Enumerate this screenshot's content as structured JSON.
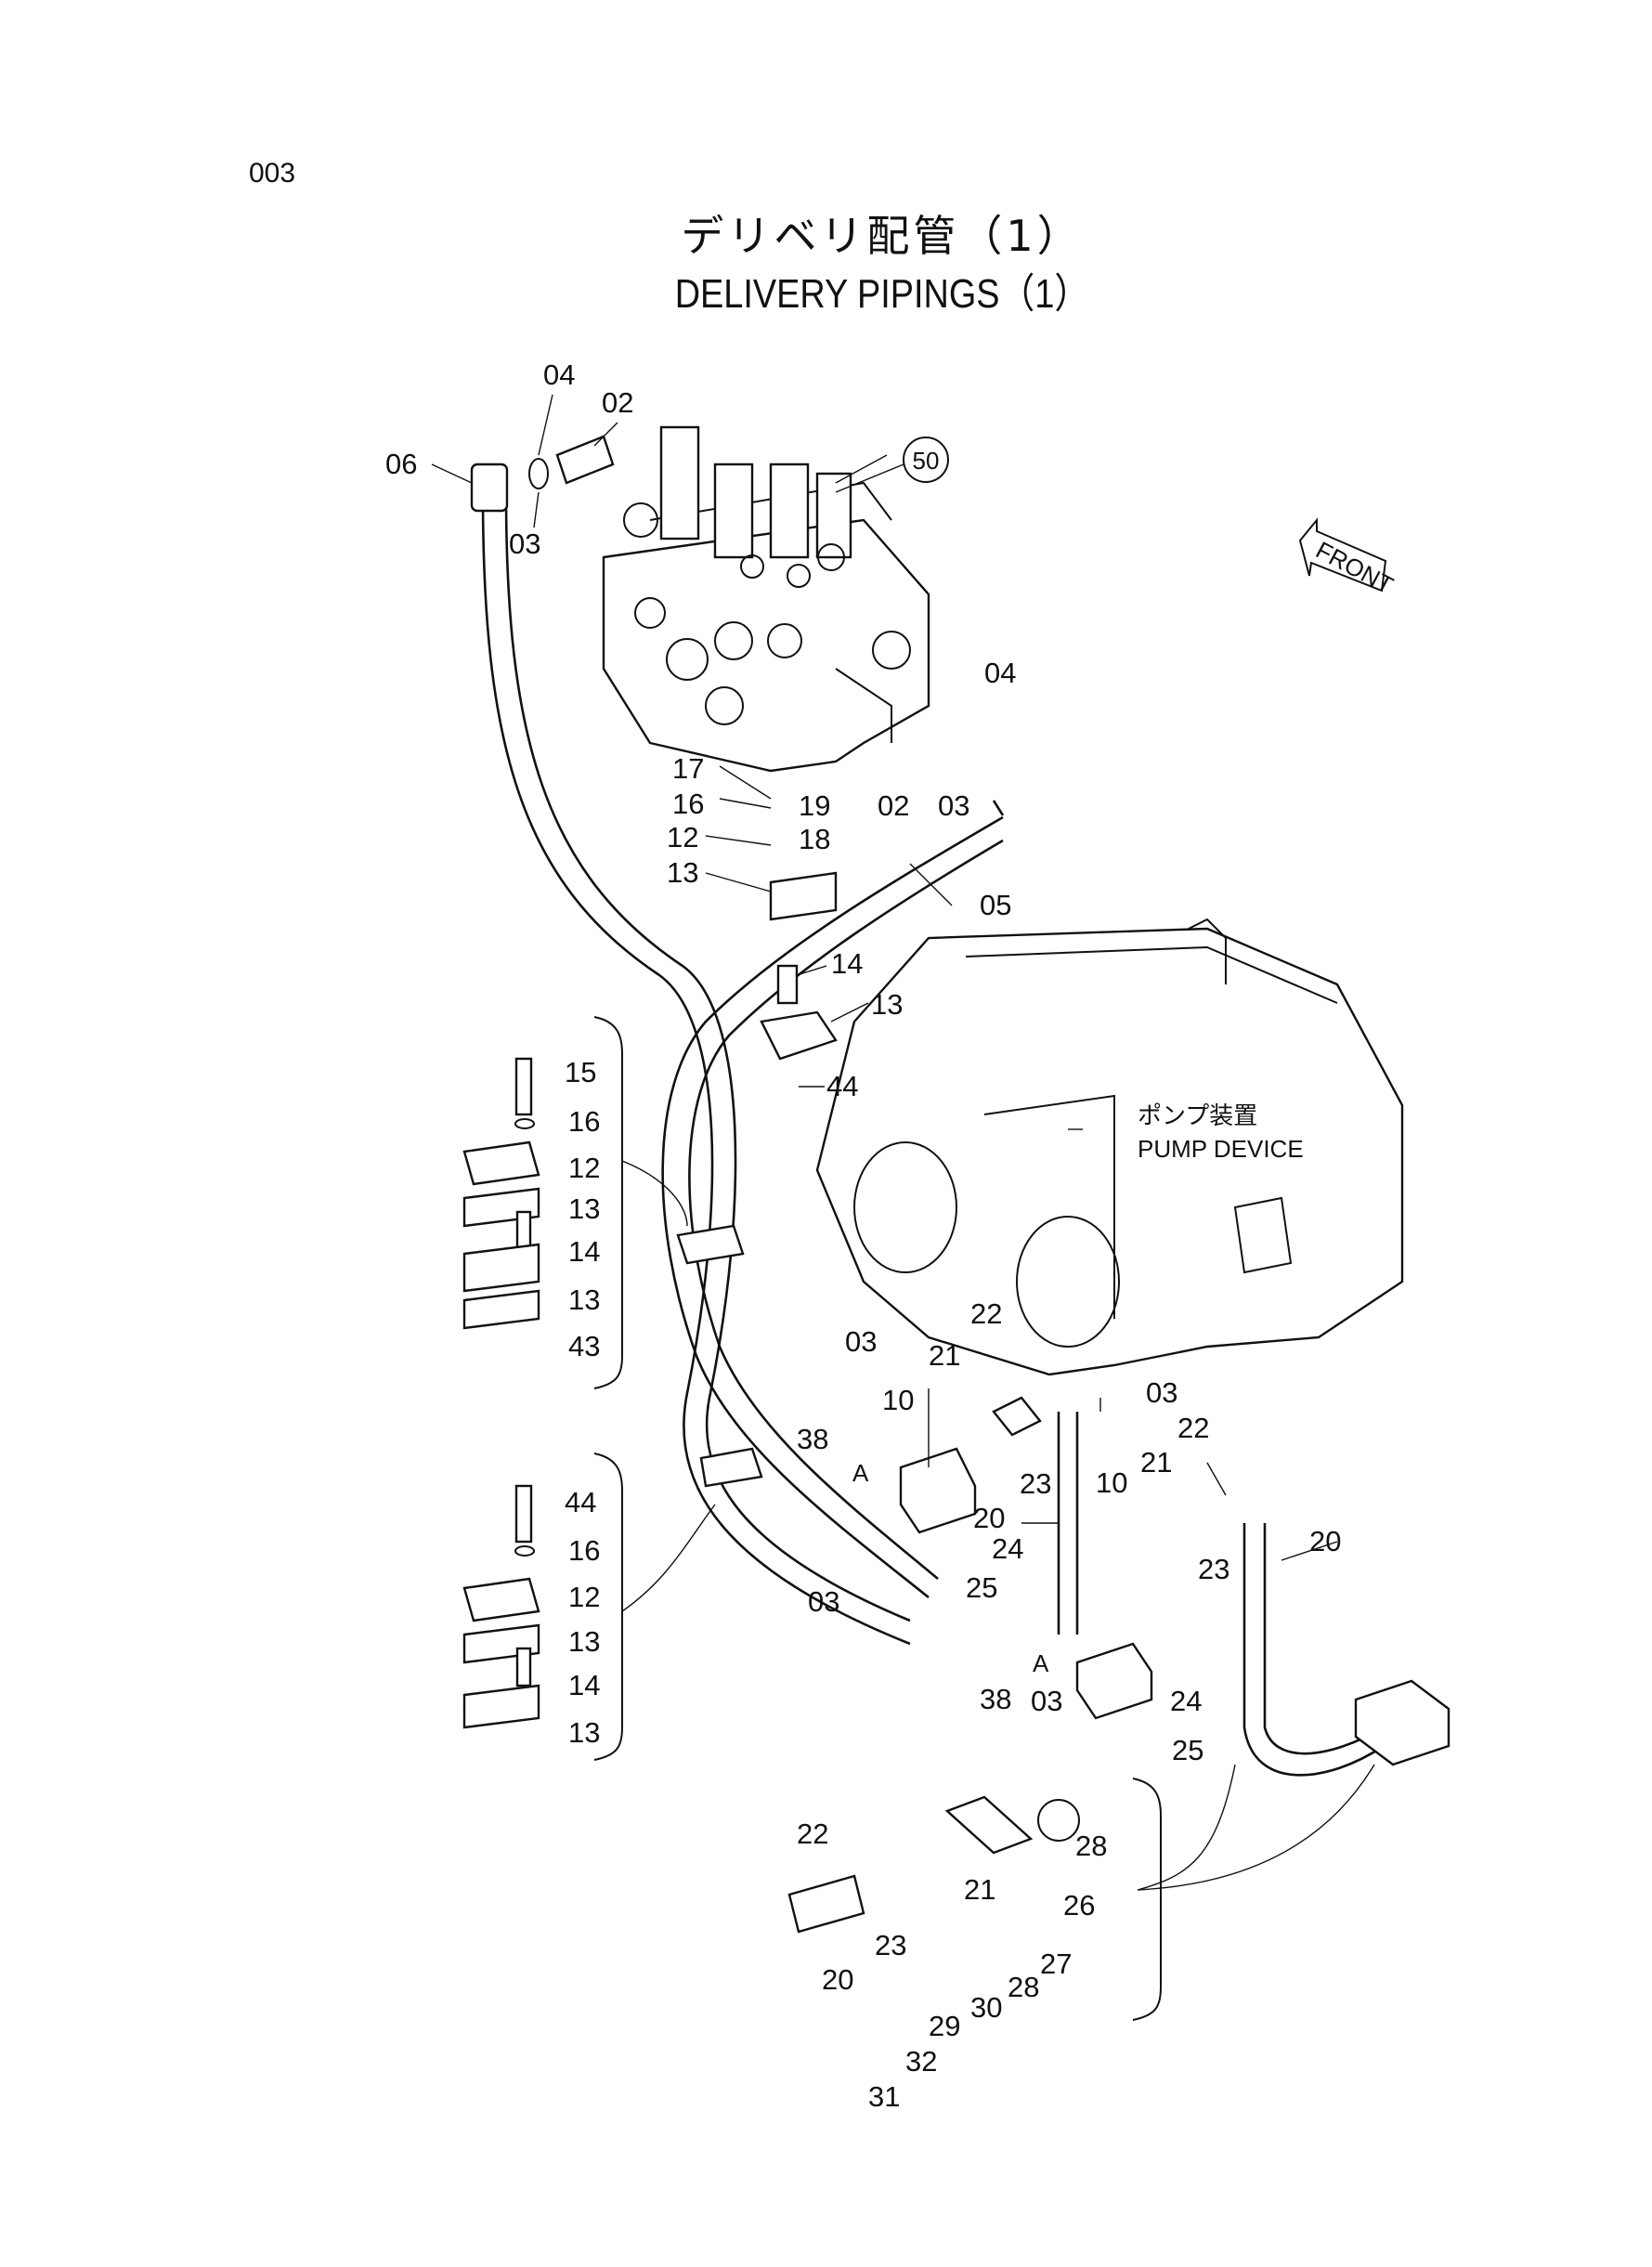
{
  "page_number": "003",
  "title_jp": "デリベリ配管（1）",
  "title_en": "DELIVERY PIPINGS（1）",
  "front_label": "FRONT",
  "pump_label_jp": "ポンプ装置",
  "pump_label_en": "PUMP DEVICE",
  "detail_a_label": "A",
  "callouts": {
    "c50": "50",
    "top_left": [
      "04",
      "02",
      "06",
      "03"
    ],
    "valve_lower": [
      "17",
      "16",
      "12",
      "13",
      "19",
      "18",
      "02",
      "03",
      "04",
      "05",
      "14",
      "13",
      "44"
    ],
    "clamp_set_1": [
      "15",
      "16",
      "12",
      "13",
      "14",
      "13",
      "43"
    ],
    "clamp_set_2": [
      "44",
      "16",
      "12",
      "13",
      "14",
      "13"
    ],
    "pump_left": [
      "03",
      "22",
      "21",
      "10",
      "38",
      "23",
      "20",
      "24",
      "03",
      "25"
    ],
    "pump_right": [
      "03",
      "22",
      "21",
      "10",
      "23",
      "20",
      "38",
      "03",
      "24",
      "25"
    ],
    "bottom_detail": [
      "22",
      "21",
      "23",
      "20",
      "26",
      "28",
      "27",
      "28",
      "30",
      "29",
      "32",
      "31"
    ]
  }
}
